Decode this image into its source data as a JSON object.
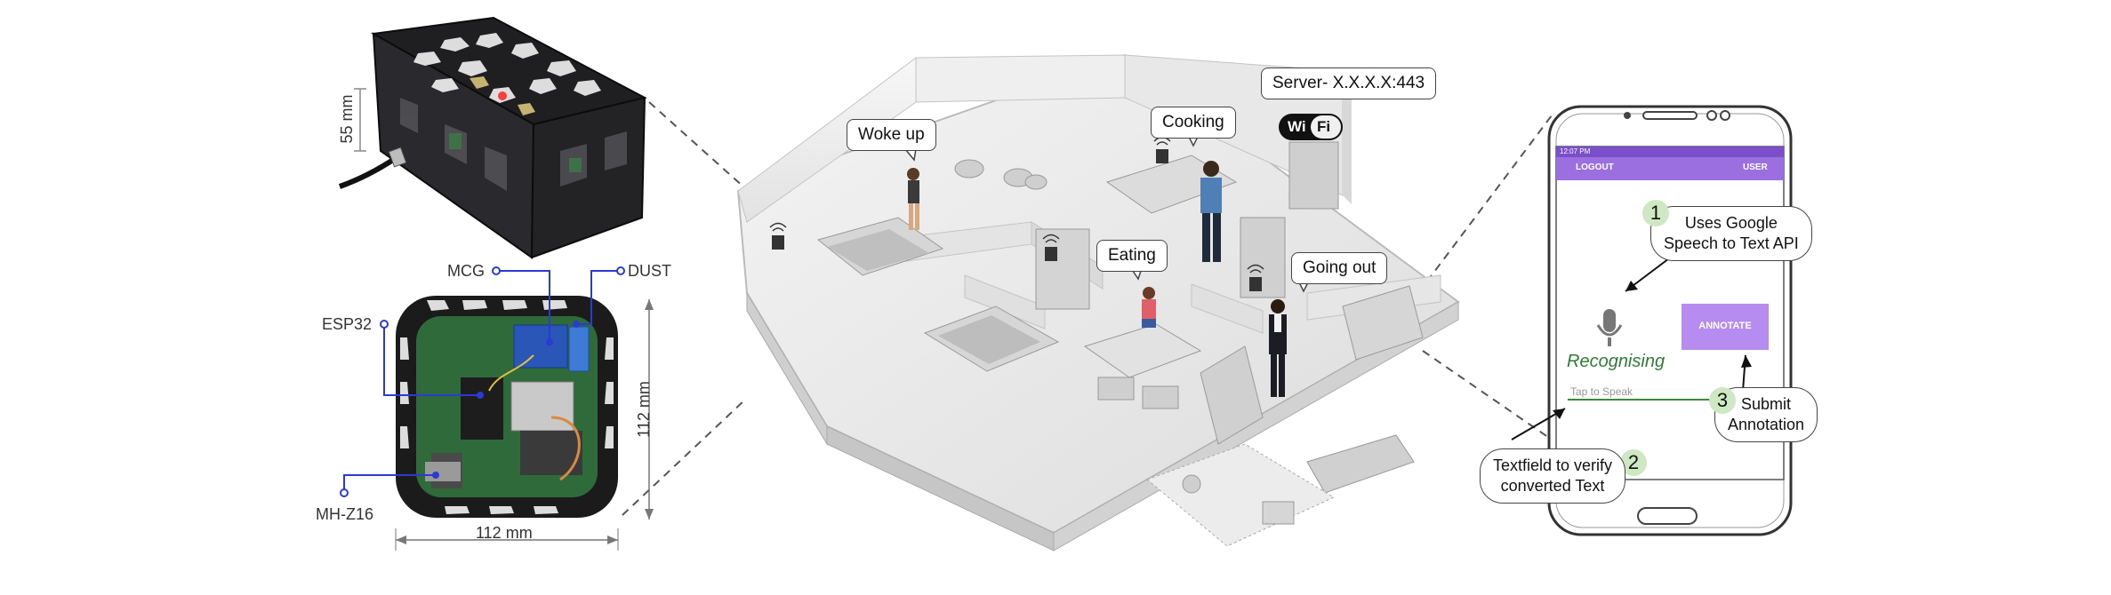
{
  "sensor_box": {
    "height_label": "55 mm",
    "width_label": "112 mm",
    "depth_label": "112 mm"
  },
  "pcb": {
    "components": [
      "MCG",
      "DUST",
      "ESP32",
      "MH-Z16"
    ]
  },
  "home": {
    "server_label": "Server- X.X.X.X:443",
    "wifi_logo": [
      "Wi",
      "Fi"
    ],
    "activities": [
      "Woke up",
      "Cooking",
      "Eating",
      "Going out"
    ]
  },
  "phone": {
    "status_time": "12:07 PM",
    "logout_label": "LOGOUT",
    "user_label": "USER",
    "recognising_label": "Recognising",
    "annotate_label": "ANNOTATE",
    "input_placeholder": "Tap to Speak"
  },
  "callouts": [
    {
      "number": "1",
      "lines": [
        "Uses Google",
        "Speech to Text API"
      ]
    },
    {
      "number": "2",
      "lines": [
        "Textfield to verify",
        "converted Text"
      ]
    },
    {
      "number": "3",
      "lines": [
        "Submit",
        "Annotation"
      ]
    }
  ],
  "colors": {
    "app_bar": "#9c6fe0",
    "annotate_button": "#b68cf0",
    "recognising_text": "#2f7d32",
    "callout_badge": "#cfe8c4",
    "wire": "#2a3bd1"
  }
}
